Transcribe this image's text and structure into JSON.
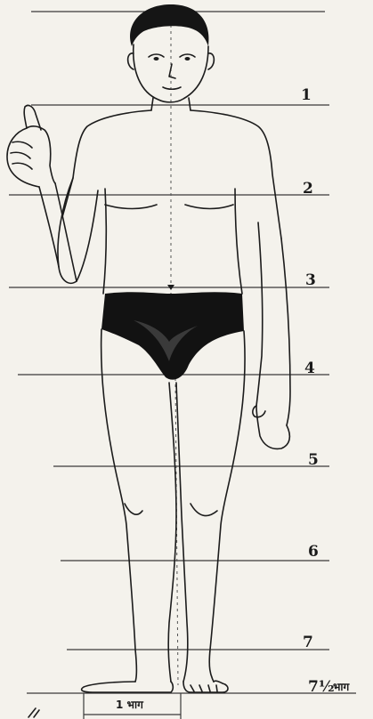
{
  "title": "",
  "colors": {
    "paper": "#f4f2ec",
    "ink": "#1c1c1c",
    "shorts": "#121212",
    "hair": "#151515"
  },
  "proportion_scale": {
    "labels": [
      "1",
      "2",
      "3",
      "4",
      "5",
      "6",
      "7"
    ],
    "final_label": "7½",
    "final_unit": "भाग"
  },
  "base_measure": {
    "label": "1 भाग"
  }
}
